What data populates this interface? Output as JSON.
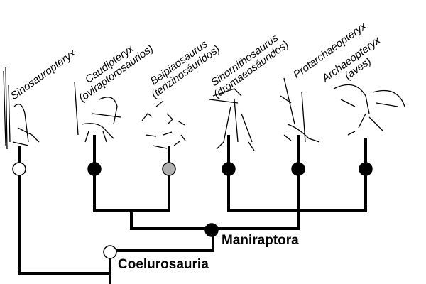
{
  "taxa": [
    {
      "name": "Sinosauropteryx",
      "group": "",
      "node": "open"
    },
    {
      "name": "Caudipteryx",
      "group": "(oviraptorosaurios)",
      "node": "filled"
    },
    {
      "name": "Beipiaosaurus",
      "group": "(terizinosáuridos)",
      "node": "gray"
    },
    {
      "name": "Sinornithosaurus",
      "group": "(dromaeosáuridos)",
      "node": "filled"
    },
    {
      "name": "Protarchaeopteryx",
      "group": "",
      "node": "filled"
    },
    {
      "name": "Archaeopteryx",
      "group": "(aves)",
      "node": "filled"
    }
  ],
  "clades": {
    "maniraptora": "Maniraptora",
    "coelurosauria": "Coelurosauria"
  },
  "colors": {
    "line": "#000000",
    "filled": "#000000",
    "gray": "#b0b0b0",
    "open": "#ffffff"
  }
}
